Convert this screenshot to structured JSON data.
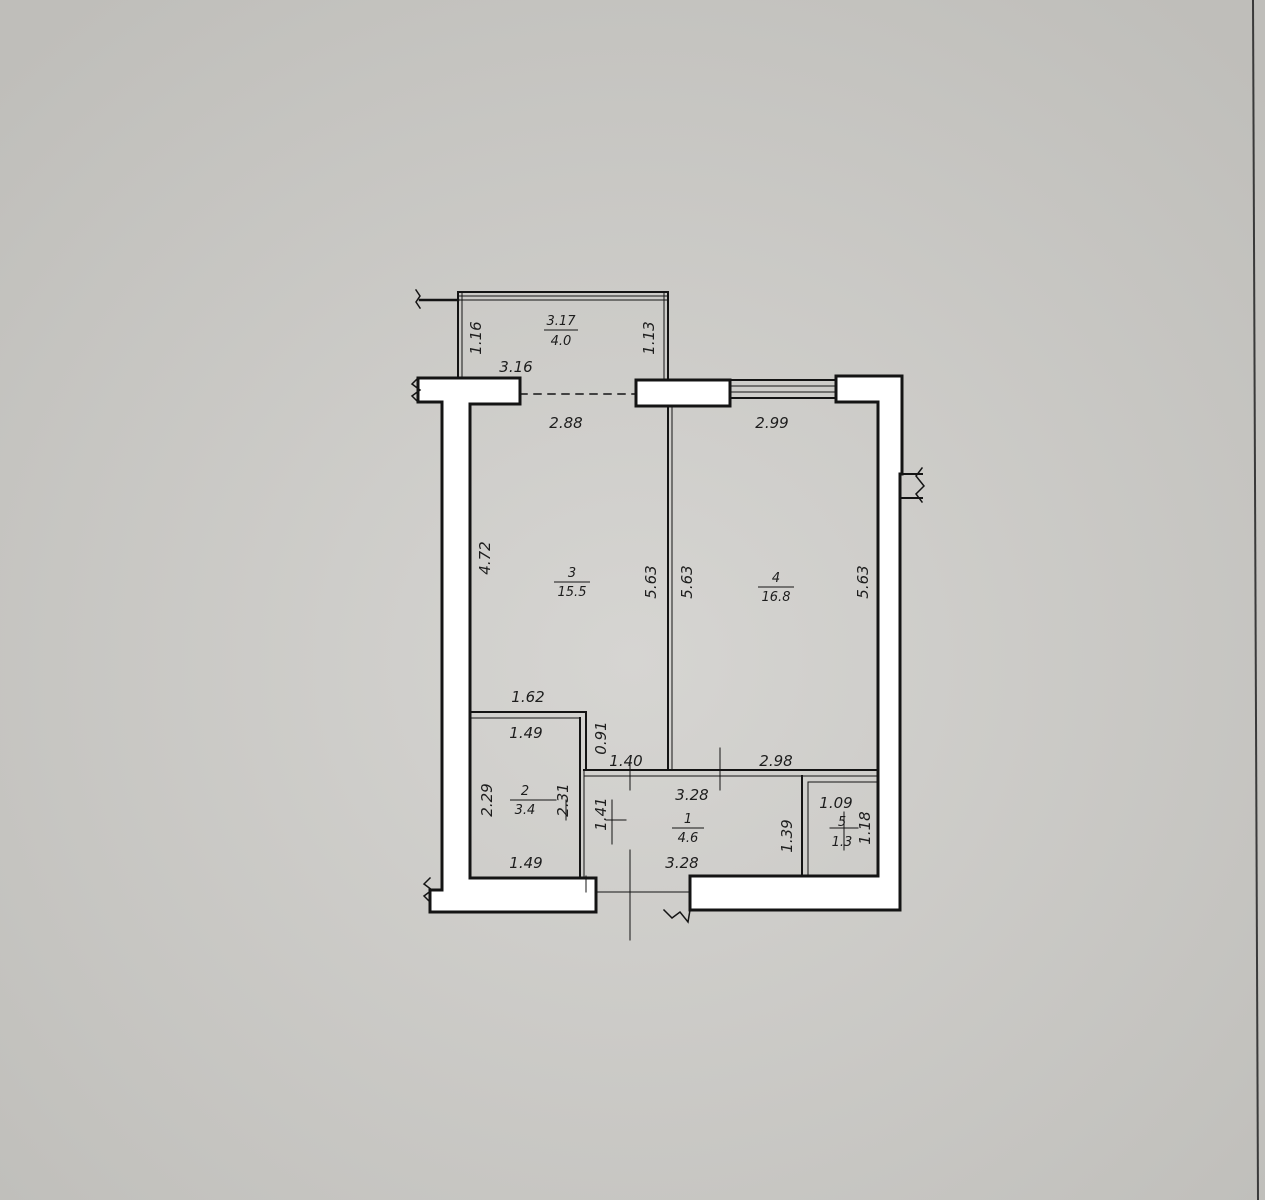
{
  "colors": {
    "paper": "#cfcecb",
    "paper_edge": "#b9b8b4",
    "ink": "#141414",
    "wall_fill": "#ffffff"
  },
  "rooms": [
    {
      "id": "balcony",
      "number": "3.17",
      "area": "4.0"
    },
    {
      "id": "room-3",
      "number": "3",
      "area": "15.5"
    },
    {
      "id": "room-4",
      "number": "4",
      "area": "16.8"
    },
    {
      "id": "room-2",
      "number": "2",
      "area": "3.4"
    },
    {
      "id": "room-1",
      "number": "1",
      "area": "4.6"
    },
    {
      "id": "room-5",
      "number": "5",
      "area": "1.3"
    }
  ],
  "dimensions": {
    "balcony_left": "1.16",
    "balcony_right": "1.13",
    "balcony_bottom": "3.16",
    "room3_top": "2.88",
    "room3_left": "4.72",
    "room3_right": "5.63",
    "room4_left": "5.63",
    "room4_top": "2.99",
    "room4_right": "5.63",
    "room2_top": "1.62",
    "room2_inner_top": "1.49",
    "room2_partition": "0.91",
    "room2_left": "2.29",
    "room2_right": "2.31",
    "room2_bottom": "1.49",
    "hall_door": "1.40",
    "hall_top": "3.28",
    "hall_bottom": "3.28",
    "hall_left": "1.41",
    "hall_right": "1.39",
    "room4_bottom": "2.98",
    "room5_top": "1.09",
    "room5_right": "1.18"
  }
}
